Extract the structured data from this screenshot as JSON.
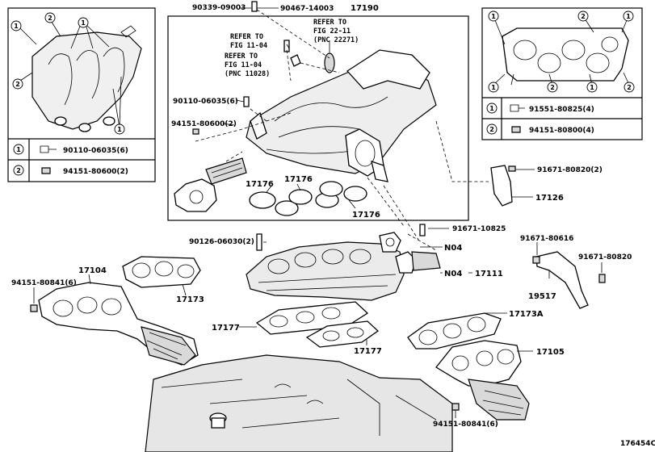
{
  "labels": {
    "p90339": "90339-09003",
    "p90467": "90467-14003",
    "p17190": "17190",
    "ref1_l1": "REFER TO",
    "ref1_l2": "FIG 22-11",
    "ref1_l3": "(PNC 22271)",
    "ref2_l1": "REFER TO",
    "ref2_l2": "FIG 11-04",
    "ref3_l1": "REFER TO",
    "ref3_l2": "FIG 11-04",
    "ref3_l3": "(PNC 11028)",
    "p90110": "90110-06035(6)",
    "p94151_a": "94151-80600(2)",
    "p17176_a": "17176",
    "p17176_b": "17176",
    "p17176_c": "17176",
    "p91671_a": "91671-80820(2)",
    "p17126": "17126",
    "p91671_b": "91671-10825",
    "p90126": "90126-06030(2)",
    "pN04_a": "N04",
    "pN04_b": "N04",
    "p17111": "17111",
    "p91671_c": "91671-80616",
    "p91671_d": "91671-80820",
    "p19517": "19517",
    "p17104": "17104",
    "p94151_b": "94151-80841(6)",
    "p17173": "17173",
    "p17177_a": "17177",
    "p17177_b": "17177",
    "p17173A": "17173A",
    "p17105": "17105",
    "p94151_c": "94151-80841(6)",
    "illustration_id": "176454C"
  },
  "legend_left": [
    {
      "num": "1",
      "part": "90110-06035(6)"
    },
    {
      "num": "2",
      "part": "94151-80600(2)"
    }
  ],
  "legend_right": [
    {
      "num": "1",
      "part": "91551-80825(4)"
    },
    {
      "num": "2",
      "part": "94151-80800(4)"
    }
  ],
  "callouts": {
    "one": "1",
    "two": "2"
  }
}
